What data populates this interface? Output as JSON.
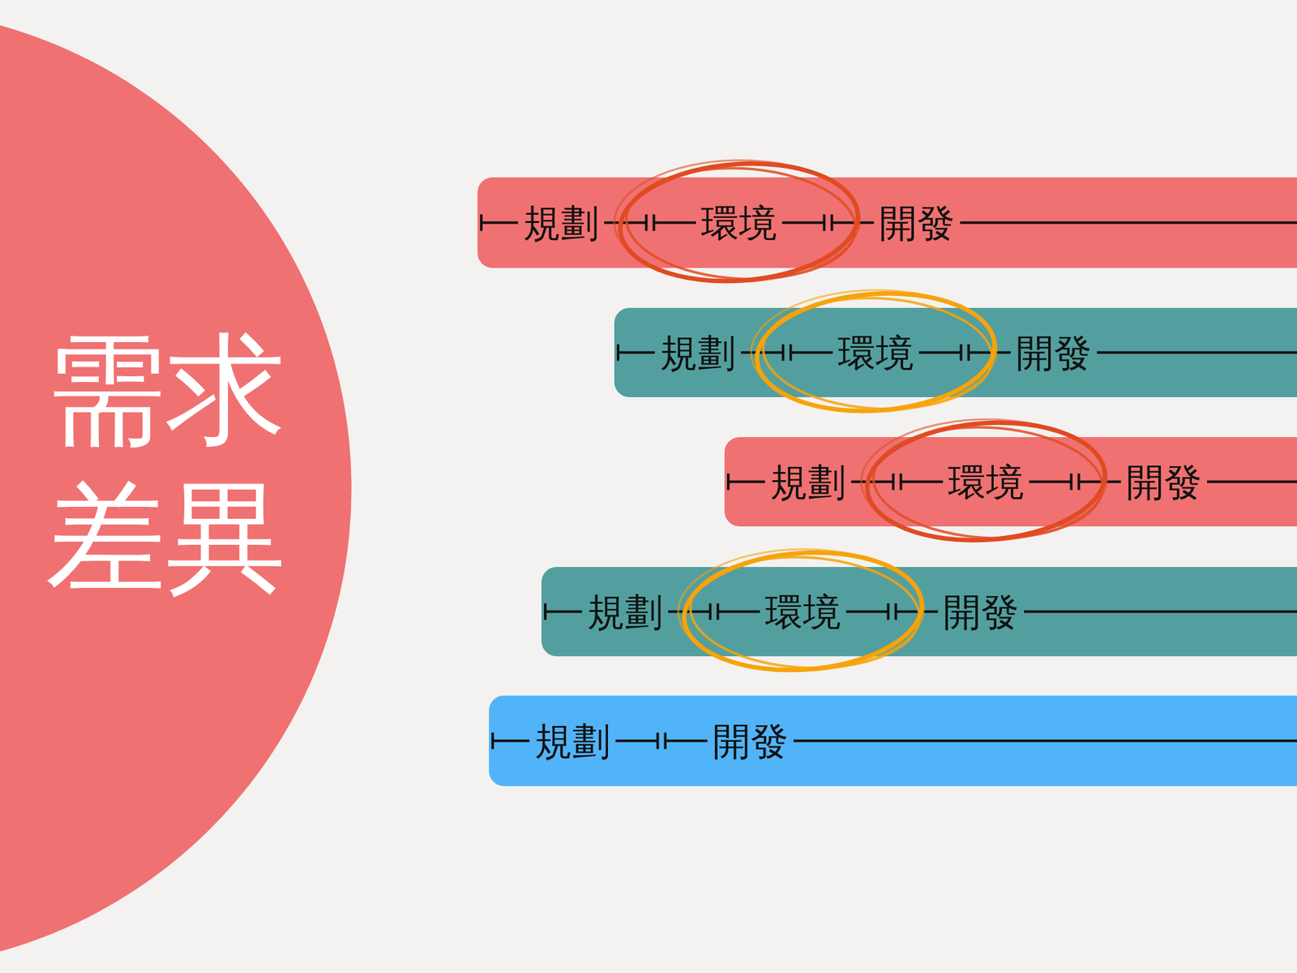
{
  "diagram": {
    "title": "需求 差異",
    "nodes": [
      {
        "text": [
          "規劃",
          "環境",
          "開發"
        ]
      },
      {
        "text": [
          "規劃",
          "環境",
          "開發"
        ]
      },
      {
        "text": [
          "規劃",
          "環境",
          "開發"
        ]
      },
      {
        "text": [
          "規劃",
          "環境",
          "開發"
        ]
      },
      {
        "text": [
          "規劃",
          "開發"
        ]
      }
    ]
  }
}
